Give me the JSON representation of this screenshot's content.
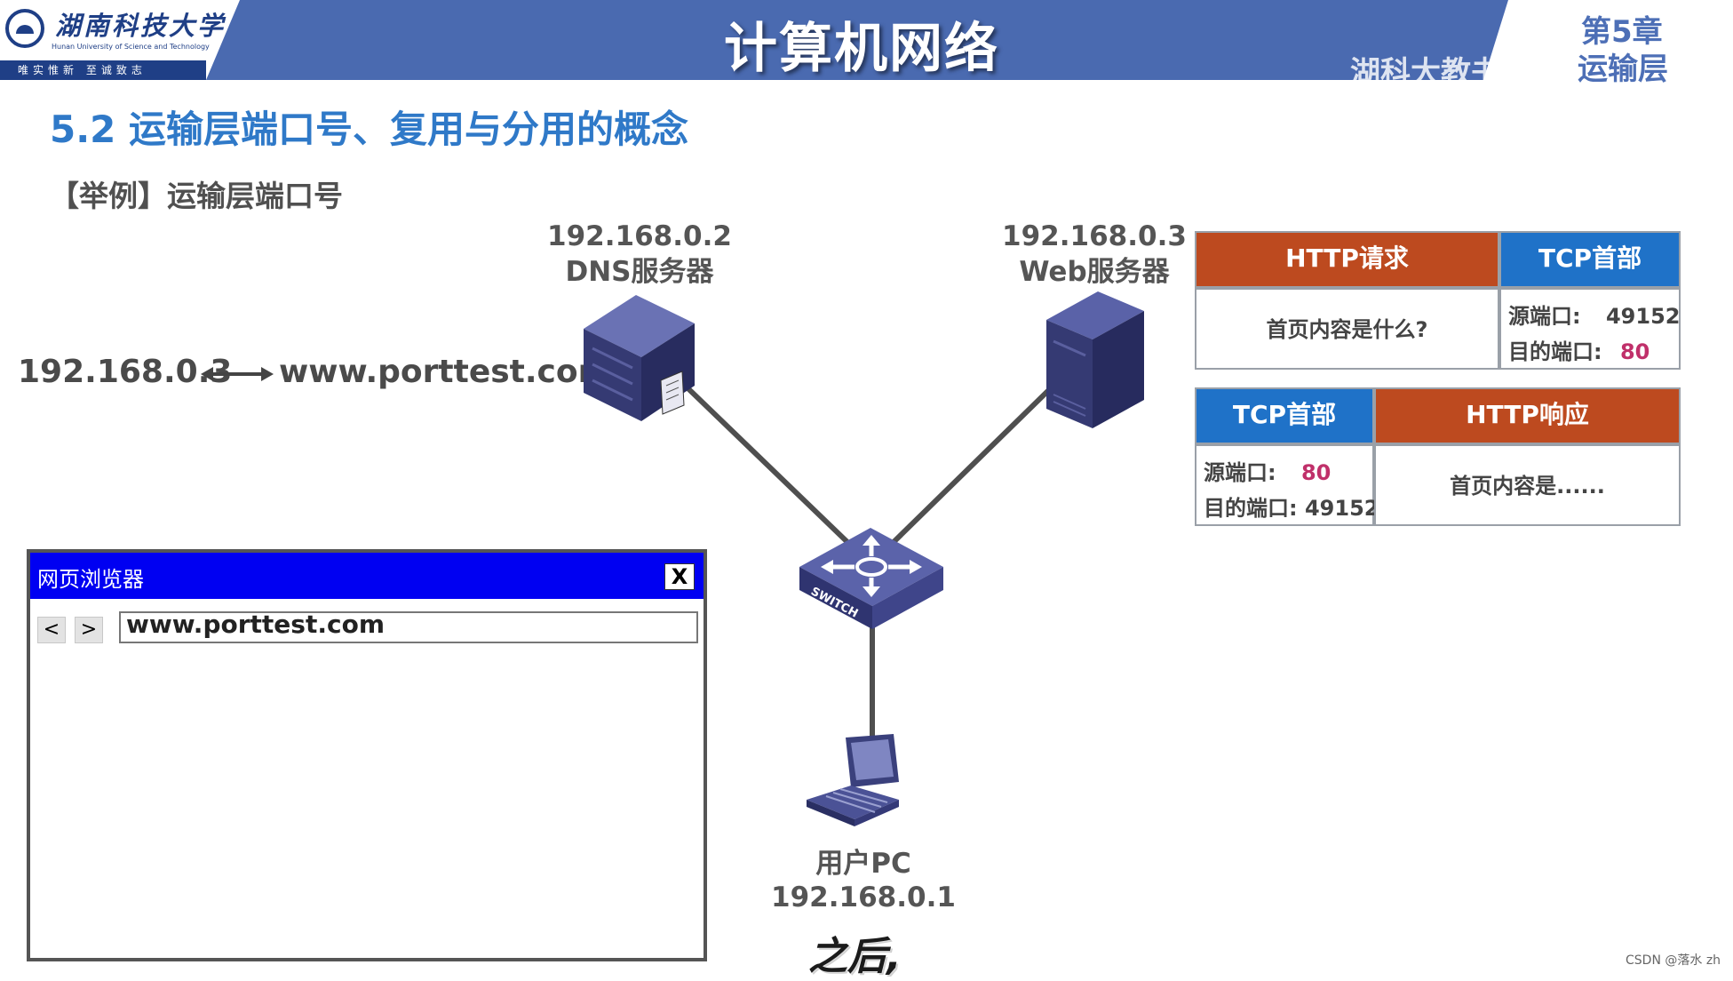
{
  "header": {
    "university_name": "湖南科技大学",
    "university_english": "Hunan University of Science and Technology",
    "motto": "唯实惟新  至诚致志",
    "course_title": "计算机网络",
    "watermark": "湖科大教书匠",
    "chapter_number": "第5章",
    "chapter_name": "运输层"
  },
  "section_title": "5.2 运输层端口号、复用与分用的概念",
  "example_label": "【举例】运输层端口号",
  "dns_mapping": {
    "ip": "192.168.0.3",
    "domain": "www.porttest.com"
  },
  "nodes": {
    "dns_server": {
      "ip": "192.168.0.2",
      "name": "DNS服务器"
    },
    "web_server": {
      "ip": "192.168.0.3",
      "name": "Web服务器"
    },
    "user_pc": {
      "name": "用户PC",
      "ip": "192.168.0.1"
    },
    "switch_label": "SWITCH"
  },
  "request_packet": {
    "http_label": "HTTP请求",
    "tcp_label": "TCP首部",
    "content": "首页内容是什么?",
    "src_port_label": "源端口:",
    "src_port": "49152",
    "dst_port_label": "目的端口:",
    "dst_port": "80"
  },
  "response_packet": {
    "tcp_label": "TCP首部",
    "http_label": "HTTP响应",
    "src_port_label": "源端口:",
    "src_port": "80",
    "dst_port_label": "目的端口:",
    "dst_port": "49152",
    "content": "首页内容是......"
  },
  "browser": {
    "title": "网页浏览器",
    "close_label": "X",
    "back_label": "<",
    "forward_label": ">",
    "address": "www.porttest.com"
  },
  "subtitle": "之后,",
  "csdn_credit": "CSDN @落水 zh",
  "colors": {
    "header_blue": "#4a6ab0",
    "title_blue": "#2f79c8",
    "http_red": "#bd4a1f",
    "tcp_blue": "#1f72c8",
    "port_pink": "#c0306a",
    "browser_blue": "#0000f2"
  }
}
